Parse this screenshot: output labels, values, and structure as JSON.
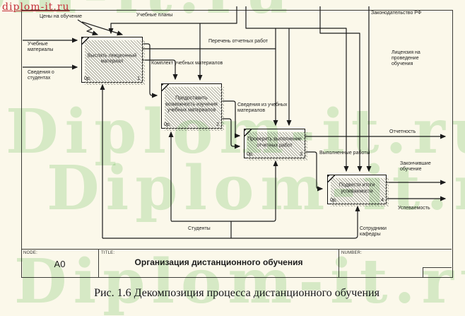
{
  "watermarks": {
    "corner_text": "diplom-it.ru",
    "big_text": "Diplom-it.ru",
    "green_color": "#bce4b6",
    "red_color": "#c5303a"
  },
  "boxes": [
    {
      "label": "Выслать лекционный материал",
      "cost": "0р.",
      "number": "1"
    },
    {
      "label": "Предоставить возможность изучения учебных материалов",
      "cost": "0р.",
      "number": "2"
    },
    {
      "label": "Проверить выполнение отчетных работ",
      "cost": "0р.",
      "number": "3"
    },
    {
      "label": "Подвести итоги успеваемости",
      "cost": "0р.",
      "number": "4"
    }
  ],
  "flows": {
    "tseny": "Цены на обучение",
    "plany": "Учебные планы",
    "materialy": "Учебные материалы",
    "svedeniya_o_studentakh": "Сведения о студентах",
    "zakonodatelstvo": "Законодательство РФ",
    "litsenziya": "Лицензия на проведение обучения",
    "perechen": "Перечень отчетных работ",
    "komplekt": "Комплект учебных материалов",
    "svedeniya_iz": "Сведения из учебных материалов",
    "otchetnost": "Отчетность",
    "vypolnennye": "Выполненные работы",
    "zakonchivshie": "Закончившие обучение",
    "uspevaemost": "Успеваемость",
    "studenty": "Студенты",
    "sotrudniki": "Сотрудники кафедры"
  },
  "footer": {
    "node_label": "NODE:",
    "node_value": "A0",
    "title_label": "TITLE:",
    "title_value": "Организация дистанционного обучения",
    "number_label": "NUMBER:"
  },
  "caption": "Рис. 1.6  Декомпозиция процесса дистанционного обучения"
}
